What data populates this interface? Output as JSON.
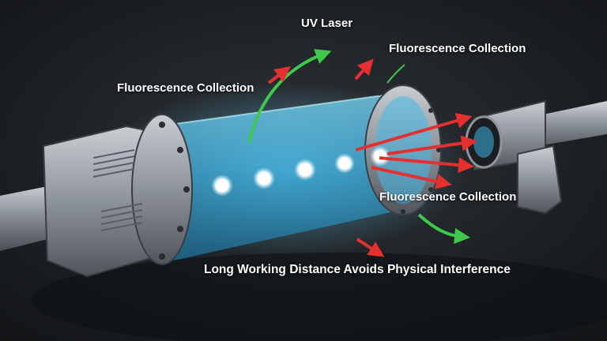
{
  "labels": {
    "uv_laser": "UV Laser",
    "fluorescence_top": "Fluorescence Collection",
    "fluorescence_left": "Fluorescence Collection",
    "fluorescence_right": "Fluorescence Collection",
    "caption": "Long Working Distance Avoids Physical Interference"
  },
  "colors": {
    "background": "#1d2024",
    "tube_glow": "#5fd3ff",
    "laser_arrow": "#3ec94a",
    "fluorescence_arrow": "#e5302f",
    "metal": "#9aa1a8",
    "spot": "#ffffff"
  },
  "icons": {
    "laser_arrow": "curved-green-arrow",
    "fluorescence_arrow": "red-arrow"
  }
}
